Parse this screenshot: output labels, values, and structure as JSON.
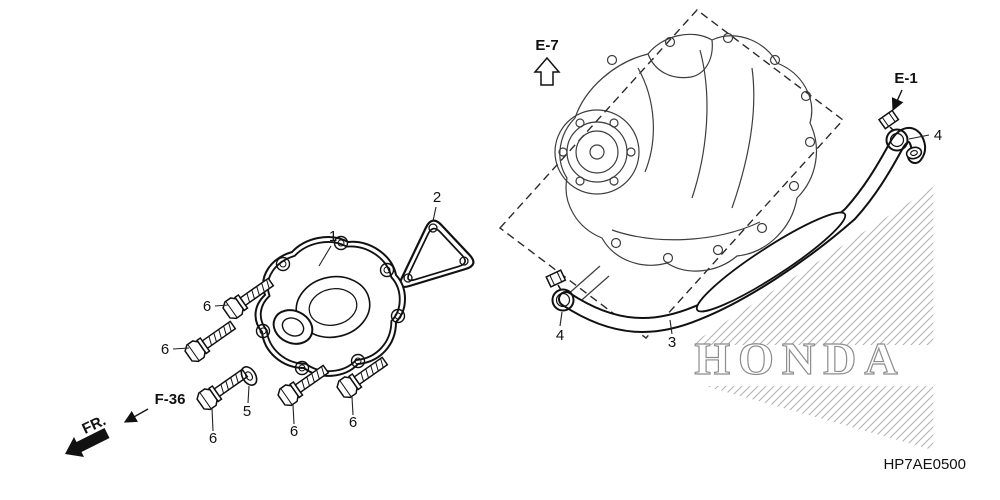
{
  "diagram": {
    "code": "HP7AE0500",
    "watermark": "HONDA"
  },
  "references": {
    "e7": "E-7",
    "e1": "E-1",
    "f36": "F-36",
    "front_marker": "FR."
  },
  "callouts": {
    "part1": "1",
    "part2": "2",
    "part3": "3",
    "part4_top": "4",
    "part4_bottom": "4",
    "part5": "5",
    "part6_a": "6",
    "part6_b": "6",
    "part6_c": "6",
    "part6_d": "6",
    "part6_e": "6"
  }
}
